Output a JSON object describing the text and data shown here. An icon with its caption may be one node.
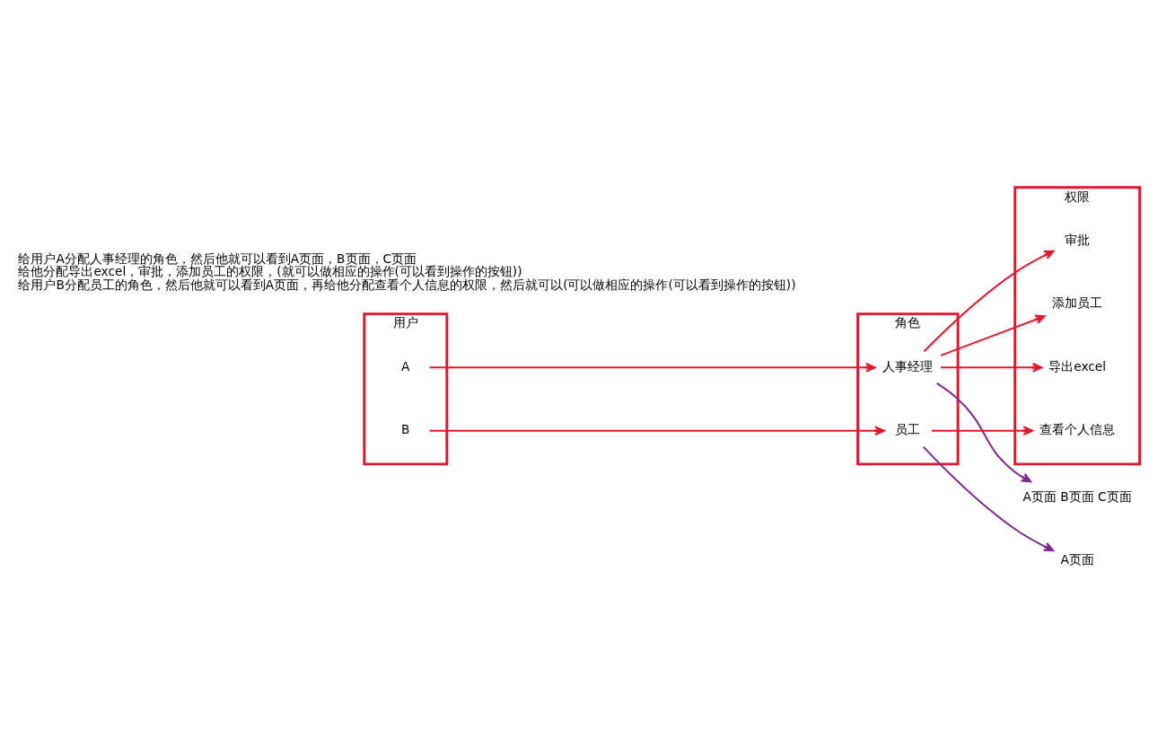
{
  "diagram": {
    "nodes": [
      {
        "text": [
          "用户"
        ]
      },
      {
        "text": [
          "A"
        ],
        "in": 0
      },
      {
        "text": [
          "B"
        ],
        "in": 0
      },
      {
        "text": [
          "角色"
        ]
      },
      {
        "text": [
          "人事经理"
        ],
        "in": 3
      },
      {
        "text": [
          "员工"
        ],
        "in": 3
      },
      {
        "text": [
          "权限"
        ]
      },
      {
        "text": [
          "导出excel"
        ],
        "in": 6
      },
      {
        "text": [
          "审批"
        ],
        "in": 6
      },
      {
        "text": [
          "添加员工"
        ],
        "in": 6
      },
      {
        "text": [
          "查看个人信息"
        ],
        "in": 6
      },
      {
        "text": [
          "A页面 B页面 C页面"
        ]
      },
      {
        "text": [
          "A页面"
        ]
      }
    ],
    "edges": [
      {
        "from": 1,
        "to": 4,
        "arrow": "to"
      },
      {
        "from": 2,
        "to": 5,
        "arrow": "to"
      },
      {
        "from": 4,
        "to": 11,
        "arrow": "to",
        "color": "#7b2a8c"
      },
      {
        "from": 4,
        "to": 7,
        "arrow": "to"
      },
      {
        "from": 4,
        "to": 8,
        "arrow": "to"
      },
      {
        "from": 4,
        "to": 9,
        "arrow": "to"
      },
      {
        "from": 5,
        "to": 10,
        "arrow": "to"
      },
      {
        "from": 5,
        "to": 12,
        "arrow": "to",
        "color": "#7b2a8c"
      }
    ],
    "labels": [
      "给用户A分配人事经理的角色，然后他就可以看到A页面，B页面，C页面",
      "给他分配导出excel，审批，添加员工的权限，(就可以做相应的操作(可以看到操作的按钮))",
      "给用户B分配员工的角色，然后他就可以看到A页面，再给他分配查看个人信息的权限，然后就可以(可以做相应的操作(可以看到操作的按钮))"
    ]
  }
}
